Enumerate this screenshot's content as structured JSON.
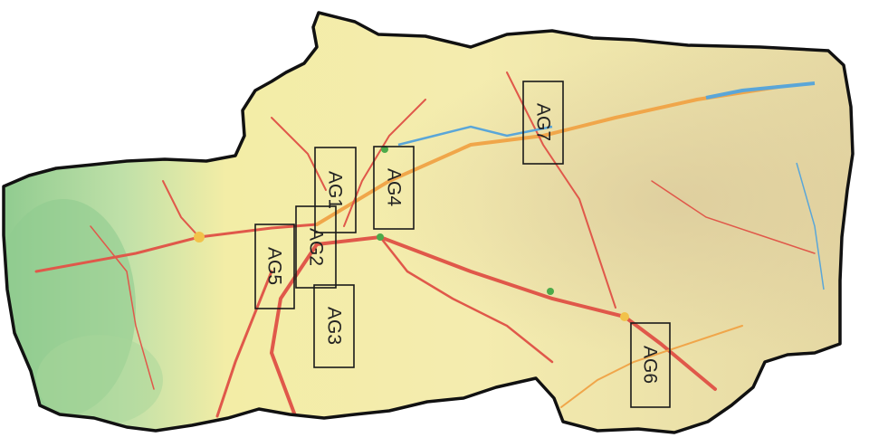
{
  "map": {
    "colors": {
      "background": "#ffffff",
      "border": "#111111",
      "lowland_green": "#9fd19a",
      "plain_yellow": "#f1eaa8",
      "upland_tan": "#e8dca6",
      "road_red": "#e0584a",
      "road_orange": "#f0a64a",
      "river_blue": "#5aa6d8",
      "box_stroke": "#1a1a1a",
      "label_text": "#222222"
    },
    "zones": [
      {
        "id": "ag1",
        "label": "AG1"
      },
      {
        "id": "ag2",
        "label": "AG2"
      },
      {
        "id": "ag3",
        "label": "AG3"
      },
      {
        "id": "ag4",
        "label": "AG4"
      },
      {
        "id": "ag5",
        "label": "AG5"
      },
      {
        "id": "ag6",
        "label": "AG6"
      },
      {
        "id": "ag7",
        "label": "AG7"
      }
    ]
  }
}
